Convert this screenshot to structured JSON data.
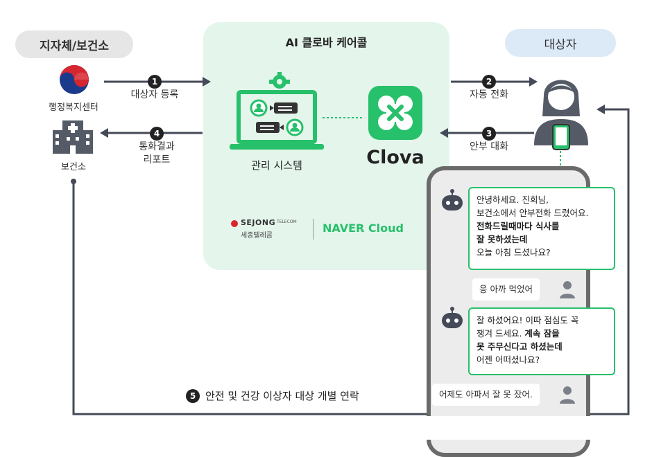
{
  "left_header": "지자체/보건소",
  "right_header": "대상자",
  "center_title": "AI 클로바 케어콜",
  "ministry_label": "행정복지센터",
  "health_center_label": "보건소",
  "system_label": "관리 시스템",
  "clova_label": "Clova",
  "steps": {
    "s1": {
      "num": "1",
      "text": "대상자 등록"
    },
    "s2": {
      "num": "2",
      "text": "자동 전화"
    },
    "s3": {
      "num": "3",
      "text": "안부 대화"
    },
    "s4": {
      "num": "4",
      "text_line1": "통화결과",
      "text_line2": "리포트"
    },
    "s5": {
      "num": "5",
      "text": "안전 및 건강 이상자 대상 개별 연락"
    }
  },
  "logos": {
    "sejong_main": "SEJONG",
    "sejong_sub": "TELECOM",
    "sejong_kr": "세종텔레콤",
    "naver": "NAVER Cloud"
  },
  "chat": {
    "bot1": {
      "line1": "안녕하세요. 진희님,",
      "line2": "보건소에서 안부전화 드렸어요.",
      "line3": "전화드릴때마다 식사를",
      "line4": "잘 못하셨는데",
      "line5": "오늘 아침 드셨나요?"
    },
    "user1": "응 아까 먹었어",
    "bot2": {
      "line1": "잘 하셨어요! 이따 점심도 꼭",
      "line2a": "챙겨 드세요. ",
      "line2b": "계속 잠을",
      "line3": "못 주무신다고 하셨는데",
      "line4": "어젠 어떠셨나요?"
    },
    "user2": "어제도 아파서 잘 못 잤어."
  },
  "colors": {
    "accent": "#27c06b",
    "panel": "#e4f5ec",
    "header_gray": "#e6e6e6",
    "header_blue": "#dce9f7",
    "line": "#444a57"
  }
}
